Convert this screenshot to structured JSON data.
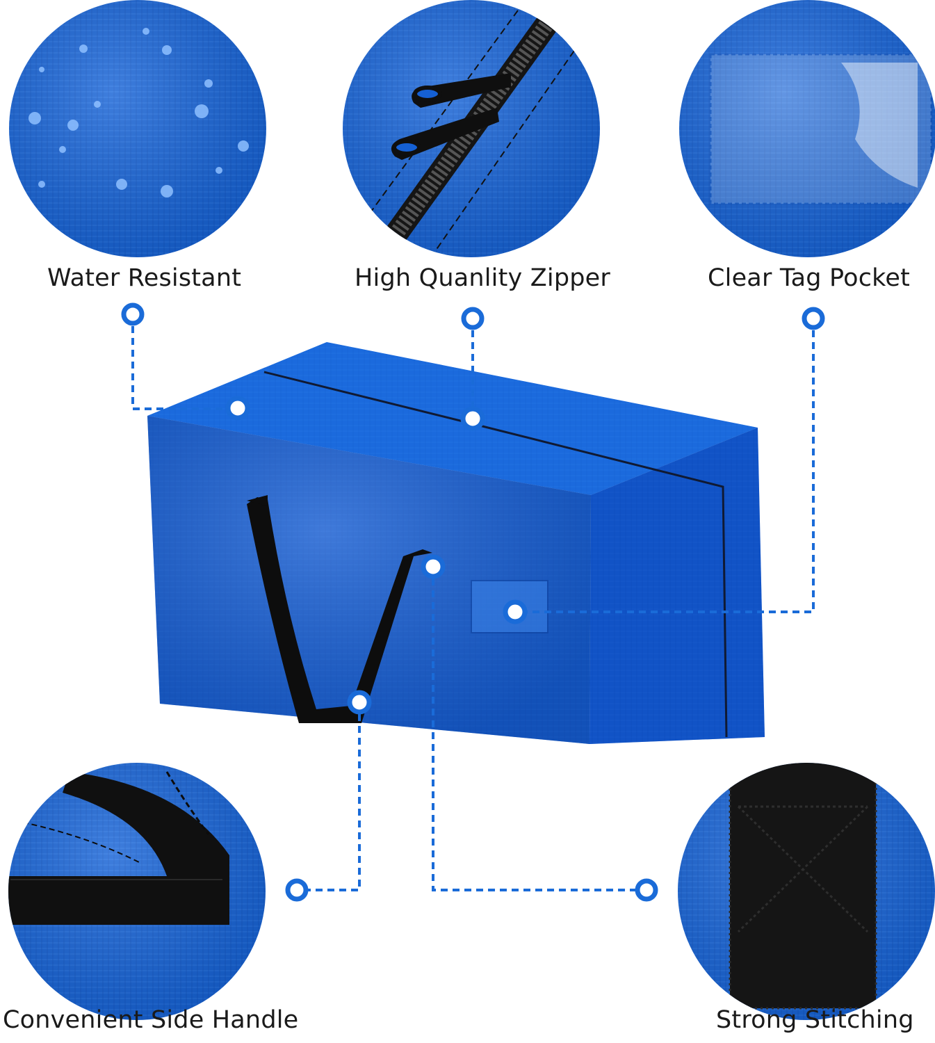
{
  "colors": {
    "accent": "#1a6bd8",
    "fabric": "#1560d4",
    "fabric_dark": "#0b43a8",
    "strap": "#111111",
    "text": "#1a1a1a"
  },
  "features": [
    {
      "label": "Water Resistant",
      "icon": "water-drops"
    },
    {
      "label": "High Quanlity Zipper",
      "icon": "zipper-pulls"
    },
    {
      "label": "Clear Tag Pocket",
      "icon": "tag-pocket"
    },
    {
      "label": "Convenient Side Handle",
      "icon": "side-handle"
    },
    {
      "label": "Strong Stitching",
      "icon": "stitched-strap"
    }
  ]
}
